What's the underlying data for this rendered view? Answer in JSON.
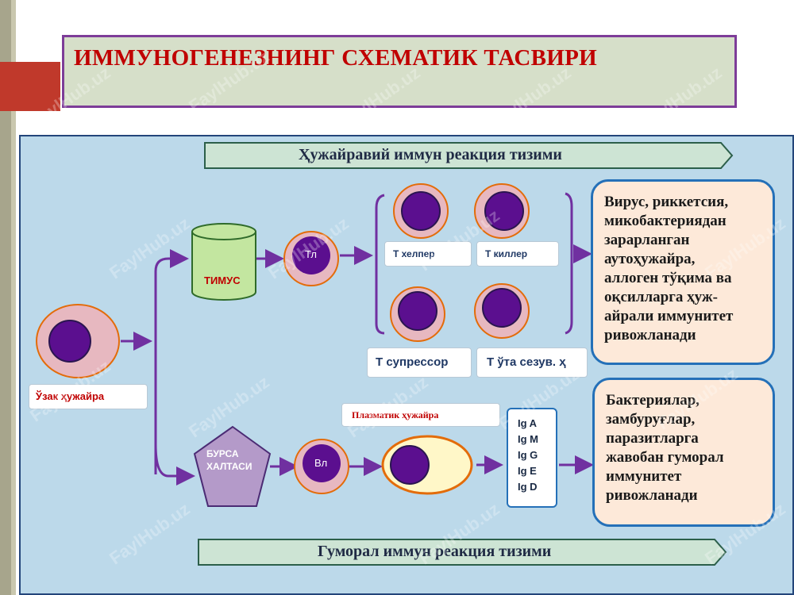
{
  "title": "ИММУНОГЕНЕЗНИНГ СХЕМАТИК ТАСВИРИ",
  "banners": {
    "cellular": "Ҳужайравий иммун реакция тизими",
    "humoral": "Гуморал иммун реакция тизими"
  },
  "nodes": {
    "stem_cell": "Ўзак ҳужайра",
    "thymus": "ТИМУС",
    "bursa_line1": "БУРСА",
    "bursa_line2": "ХАЛТАСИ",
    "t_lymph": "Тл",
    "b_lymph": "Вл",
    "t_helper": "Т хелпер",
    "t_killer": "Т киллер",
    "t_suppressor": "Т супрессор",
    "t_hypersens": "Т ўта сезув. ҳ",
    "plasma_cell": "Плазматик ҳужайра"
  },
  "immunoglobulins": [
    "Ig A",
    "Ig M",
    "Ig G",
    "Ig E",
    "Ig D"
  ],
  "info": {
    "cellular_lines": [
      "Вирус, риккетсия,",
      "микобактериядан",
      "зарарланган",
      "аутоҳужайра,",
      "аллоген тўқима ва",
      "оқсилларга ҳуж-",
      "айрали иммунитет",
      "ривожланади"
    ],
    "humoral_lines": [
      "Бактериялар,",
      "замбуруғлар,",
      "паразитларга",
      "жавобан гуморал",
      "иммунитет",
      "ривожланади"
    ]
  },
  "watermark": "FaylHub.uz",
  "colors": {
    "title_red": "#c00000",
    "panel_blue": "#bcd9ea",
    "arrow_purple": "#7030a0",
    "cell_nucleus": "#5b0f8f",
    "cell_body": "#e7b8c0",
    "cell_ring": "#e36c0a"
  }
}
